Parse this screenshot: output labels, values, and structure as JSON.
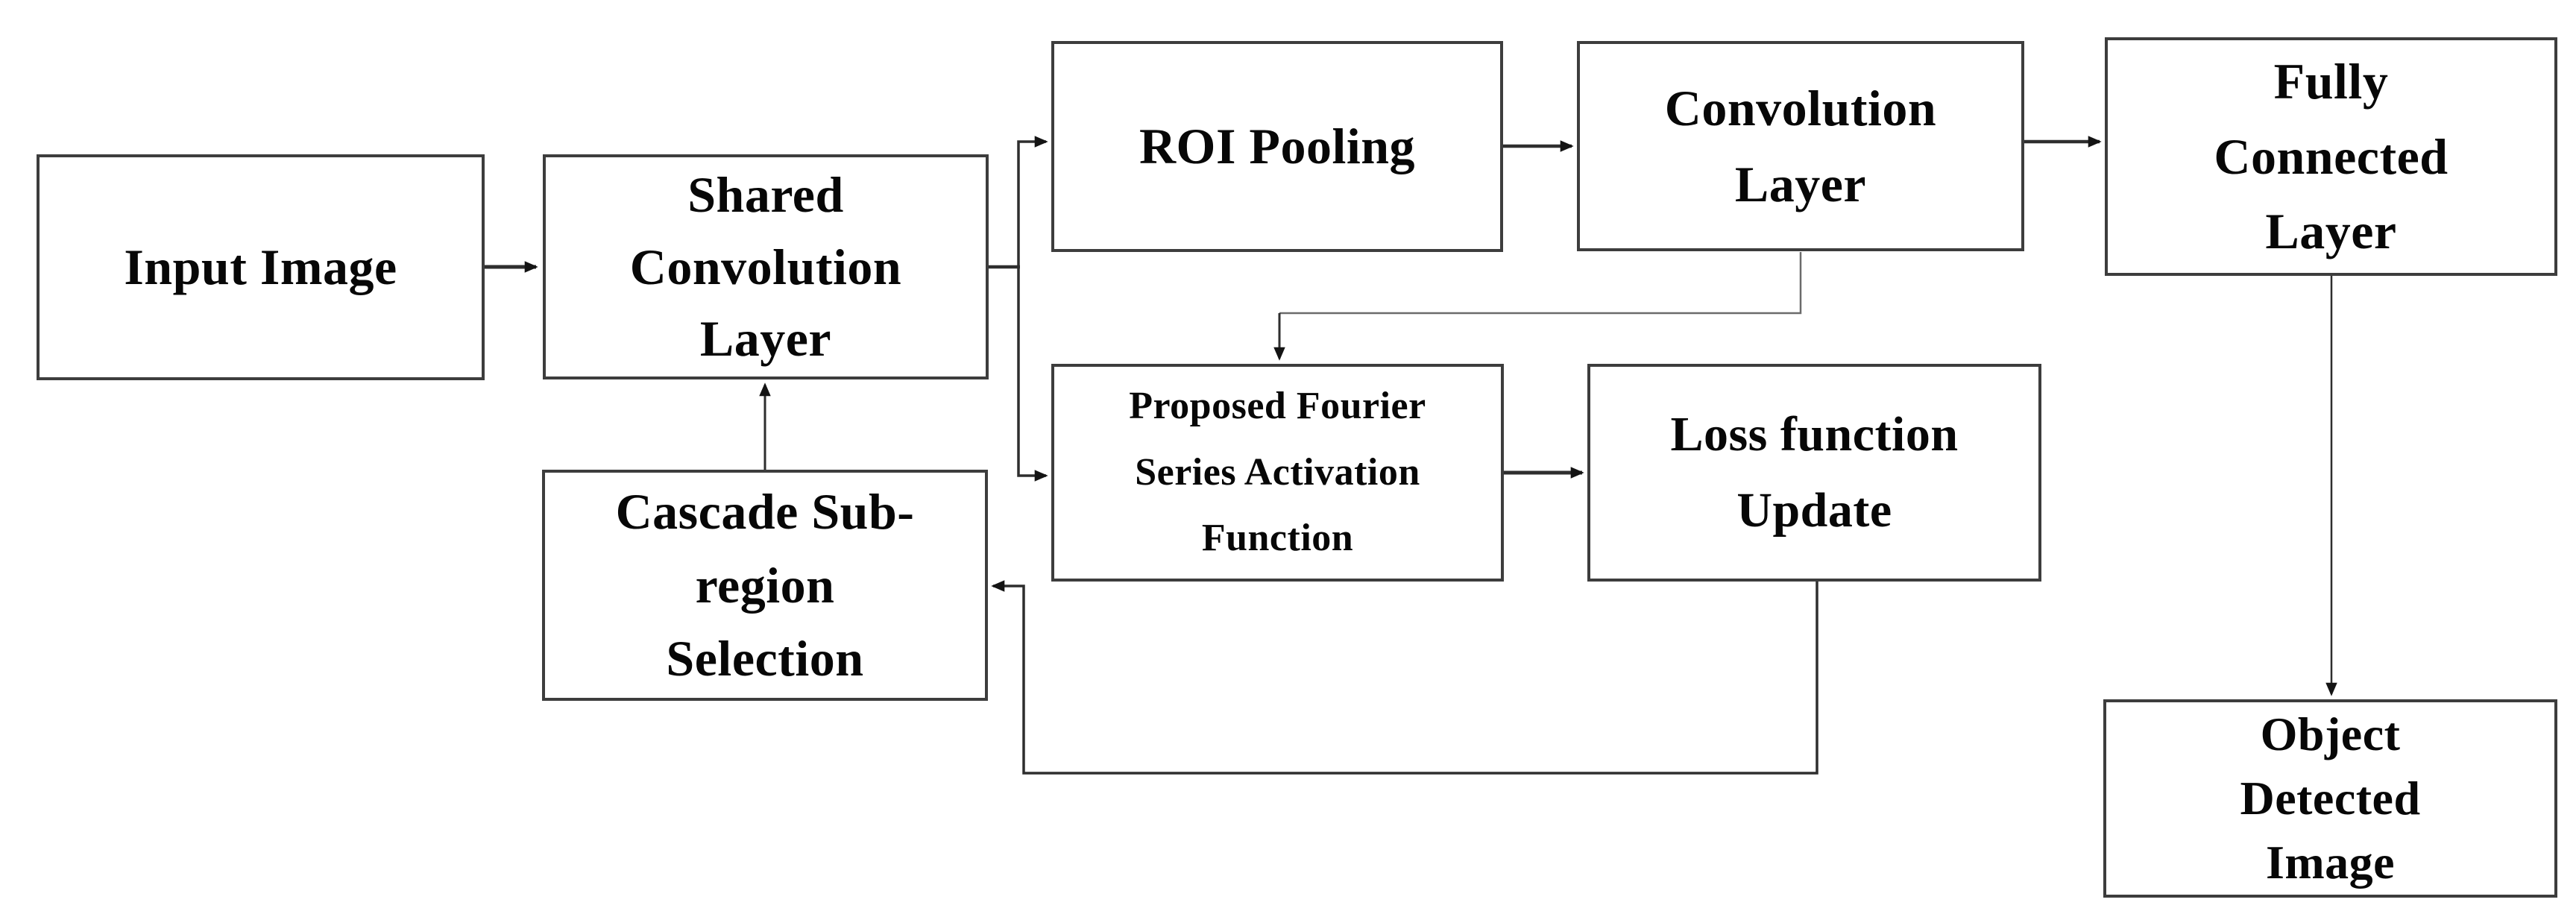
{
  "diagram": {
    "type": "flowchart",
    "ink_color": "#2e2e2e",
    "box_border_color": "#3d3d3d",
    "box_fill_color": "#ffffff",
    "background_color": "#ffffff",
    "nodes": {
      "input_image": {
        "label": "Input Image"
      },
      "shared_conv": {
        "label": "Shared\nConvolution\nLayer"
      },
      "roi_pooling": {
        "label": "ROI Pooling"
      },
      "conv_layer": {
        "label": "Convolution\nLayer"
      },
      "fully_connected": {
        "label": "Fully\nConnected\nLayer"
      },
      "fourier_activation": {
        "label": "Proposed Fourier\nSeries Activation\nFunction"
      },
      "loss_update": {
        "label": "Loss function\nUpdate"
      },
      "cascade_subregion": {
        "label": "Cascade Sub-\nregion\nSelection"
      },
      "object_detected": {
        "label": "Object\nDetected\nImage"
      }
    },
    "edges": {
      "input_to_shared": "Input Image -> Shared Convolution Layer",
      "shared_to_roi": "Shared Convolution Layer -> ROI Pooling",
      "shared_to_fourier": "Shared Convolution Layer -> Proposed Fourier Series Activation Function",
      "roi_to_conv": "ROI Pooling -> Convolution Layer",
      "conv_to_fc": "Convolution Layer -> Fully Connected Layer",
      "conv_to_fourier": "Convolution Layer -> Proposed Fourier Series Activation Function",
      "fourier_to_loss": "Proposed Fourier Series Activation Function -> Loss function Update",
      "loss_to_cascade": "Loss function Update -> Cascade Sub-region Selection",
      "cascade_to_shared": "Cascade Sub-region Selection -> Shared Convolution Layer",
      "fc_to_object": "Fully Connected Layer -> Object Detected Image"
    }
  }
}
